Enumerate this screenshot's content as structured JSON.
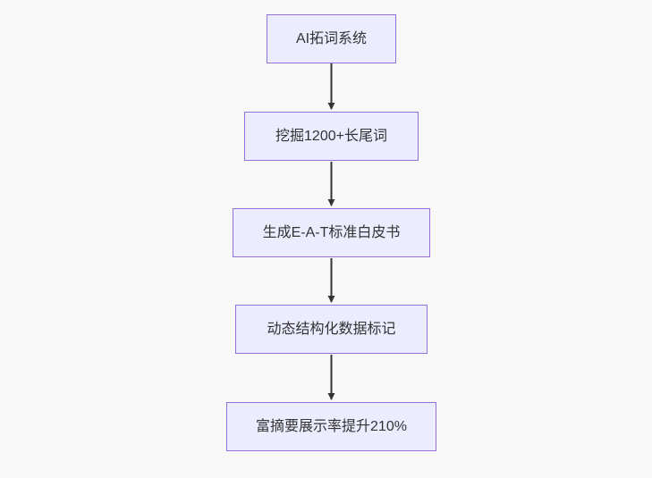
{
  "diagram": {
    "type": "flowchart",
    "direction": "top-down",
    "nodes": [
      {
        "id": "n1",
        "label": "AI拓词系统"
      },
      {
        "id": "n2",
        "label": "挖掘1200+长尾词"
      },
      {
        "id": "n3",
        "label": "生成E-A-T标准白皮书"
      },
      {
        "id": "n4",
        "label": "动态结构化数据标记"
      },
      {
        "id": "n5",
        "label": "富摘要展示率提升210%"
      }
    ],
    "edges": [
      {
        "from": "n1",
        "to": "n2"
      },
      {
        "from": "n2",
        "to": "n3"
      },
      {
        "from": "n3",
        "to": "n4"
      },
      {
        "from": "n4",
        "to": "n5"
      }
    ],
    "colors": {
      "node_fill": "#ECECFF",
      "node_border": "#9370DB",
      "node_text": "#333333",
      "arrow": "#333333",
      "background": "#f8f8f8"
    }
  }
}
